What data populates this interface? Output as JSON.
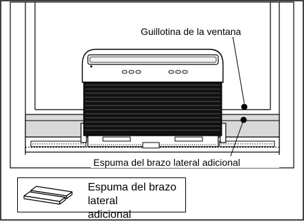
{
  "callouts": {
    "sash": "Guillotina de la ventana",
    "foam": "Espuma del brazo lateral adicional"
  },
  "legend": {
    "icon": "foam-strips-icon",
    "line1": "Espuma del brazo lateral",
    "line2": "adicional"
  },
  "colors": {
    "line": "#000000",
    "background": "#ffffff",
    "sill_gray": "#d9d9d9",
    "unit_dark": "#111111",
    "grille_light": "#e6e6e6"
  }
}
